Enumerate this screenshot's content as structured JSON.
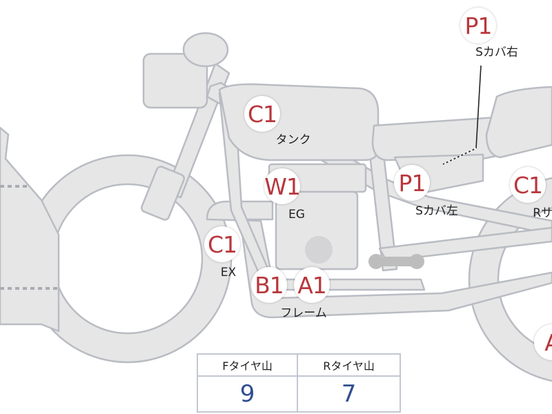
{
  "colors": {
    "body": "#e6e6e6",
    "outline": "#b9bcc3",
    "badge_text": "#b8373c",
    "value_text": "#2f4e8f",
    "label_text": "#222222"
  },
  "badges": [
    {
      "code": "P1",
      "label": "Sカバ右"
    },
    {
      "code": "C1",
      "label": "タンク"
    },
    {
      "code": "W1",
      "label": "EG"
    },
    {
      "code": "P1",
      "label": "Sカバ左"
    },
    {
      "code": "C1",
      "label": "Rサス"
    },
    {
      "code": "C1",
      "label": "EX"
    },
    {
      "code": "B1",
      "label": ""
    },
    {
      "code": "A1",
      "label": "フレーム"
    },
    {
      "code": "A",
      "label": ""
    }
  ],
  "tire_table": {
    "headers": [
      "Fタイヤ山",
      "Rタイヤ山"
    ],
    "values": [
      "9",
      "7"
    ]
  }
}
